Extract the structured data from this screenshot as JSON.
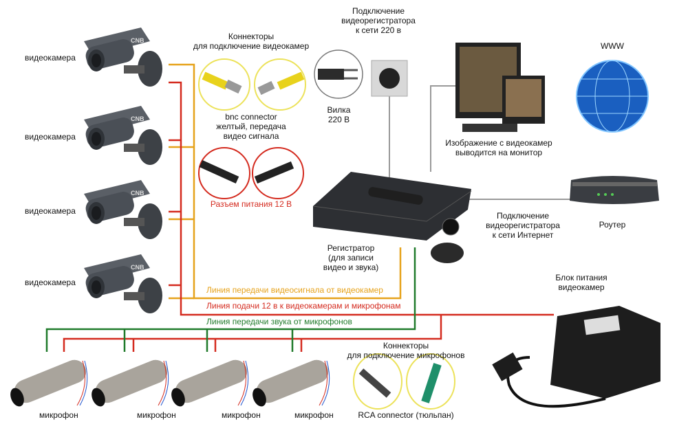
{
  "cameras": {
    "label": "видеокамера",
    "count": 4
  },
  "bnc": {
    "title_line1": "Коннекторы",
    "title_line2": "для подключение видеокамер",
    "caption_line1": "bnc connector",
    "caption_line2": "желтый, передача",
    "caption_line3": "видео сигнала"
  },
  "power_connector": {
    "caption": "Разъем питания 12 В"
  },
  "mains": {
    "title_line1": "Подключение",
    "title_line2": "видеорегистратора",
    "title_line3": "к сети 220 в",
    "plug_line1": "Вилка",
    "plug_line2": "220 В"
  },
  "monitor": {
    "caption_line1": "Изображение с видеокамер",
    "caption_line2": "выводится на монитор"
  },
  "www": {
    "label": "WWW"
  },
  "router": {
    "label": "Роутер"
  },
  "internet": {
    "line1": "Подключение",
    "line2": "видеорегистратора",
    "line3": "к сети Интернет"
  },
  "recorder": {
    "line1": "Регистратор",
    "line2": "(для записи",
    "line3": "видео и звука)"
  },
  "psu": {
    "line1": "Блок питания",
    "line2": "видеокамер"
  },
  "legend": {
    "video_line": "Линия передачи видеосигнала от видеокамер",
    "power_line": "Линия подачи 12 в к видеокамерам и микрофонам",
    "audio_line": "Линия передачи звука от микрофонов"
  },
  "microphones": {
    "label": "микрофон",
    "count": 4
  },
  "rca": {
    "title_line1": "Коннекторы",
    "title_line2": "для подключение микрофонов",
    "caption": "RCA connector (тюльпан)"
  },
  "colors": {
    "video": "#e6a21a",
    "power": "#d42a1e",
    "audio": "#1f7a2a"
  }
}
